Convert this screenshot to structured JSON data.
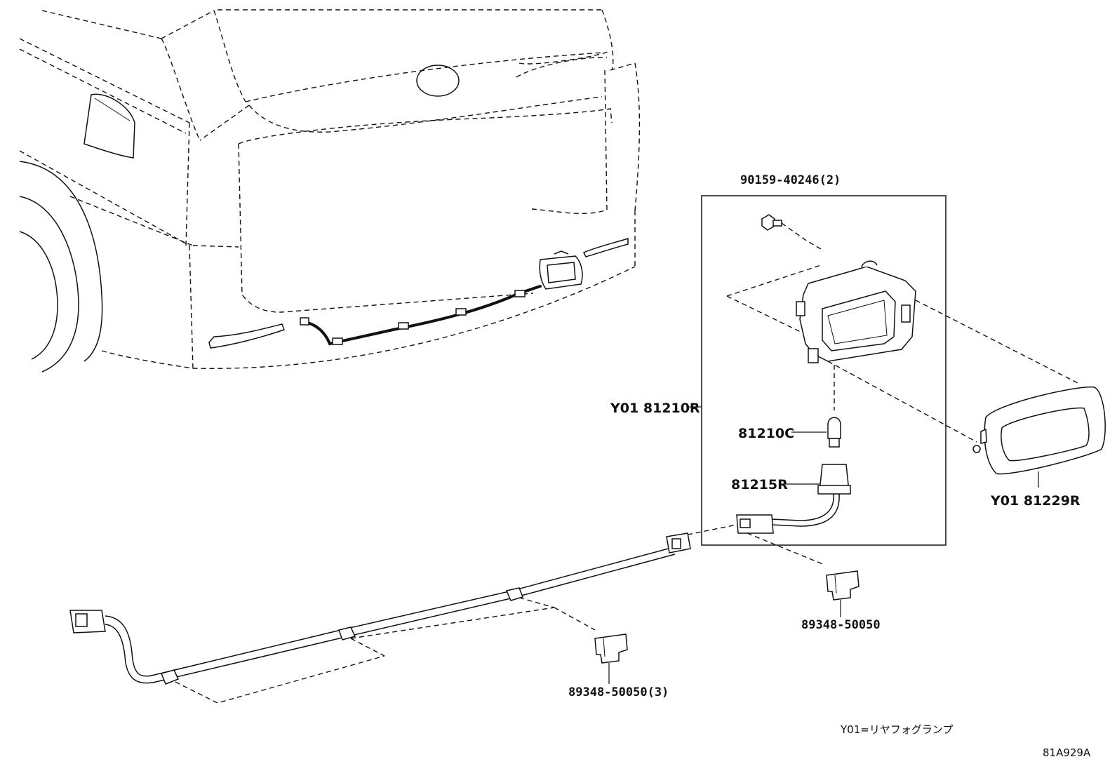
{
  "labels": {
    "bolt": "90159-40246(2)",
    "lamp_assy": "Y01 81210R",
    "bulb": "81210C",
    "socket": "81215R",
    "cover": "Y01 81229R",
    "clip_single": "89348-50050",
    "clip_multi": "89348-50050(3)"
  },
  "legend": "Y01=リヤフォグランプ",
  "figure_code": "81A929A"
}
